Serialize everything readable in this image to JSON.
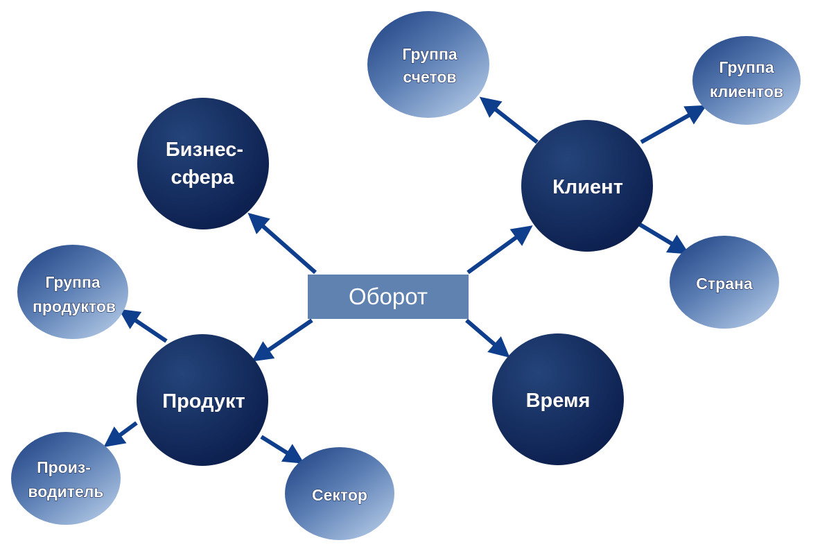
{
  "center": {
    "label": "Оборот"
  },
  "nodes": {
    "business_sphere": {
      "line1": "Бизнес-",
      "line2": "сфера"
    },
    "client": {
      "label": "Клиент"
    },
    "product": {
      "label": "Продукт"
    },
    "time": {
      "label": "Время"
    },
    "account_group": {
      "line1": "Группа",
      "line2": "счетов"
    },
    "client_group": {
      "line1": "Группа",
      "line2": "клиентов"
    },
    "country": {
      "label": "Страна"
    },
    "product_group": {
      "line1": "Группа",
      "line2": "продуктов"
    },
    "manufacturer": {
      "line1": "Произ-",
      "line2": "водитель"
    },
    "sector": {
      "label": "Сектор"
    }
  },
  "colors": {
    "big_node_light": "#24447a",
    "big_node_dark": "#0c1f4e",
    "small_node_light": "#9ab4d8",
    "small_node_dark": "#2f5290",
    "center_box": "#5f82b1",
    "arrow": "#0f3f8c"
  }
}
